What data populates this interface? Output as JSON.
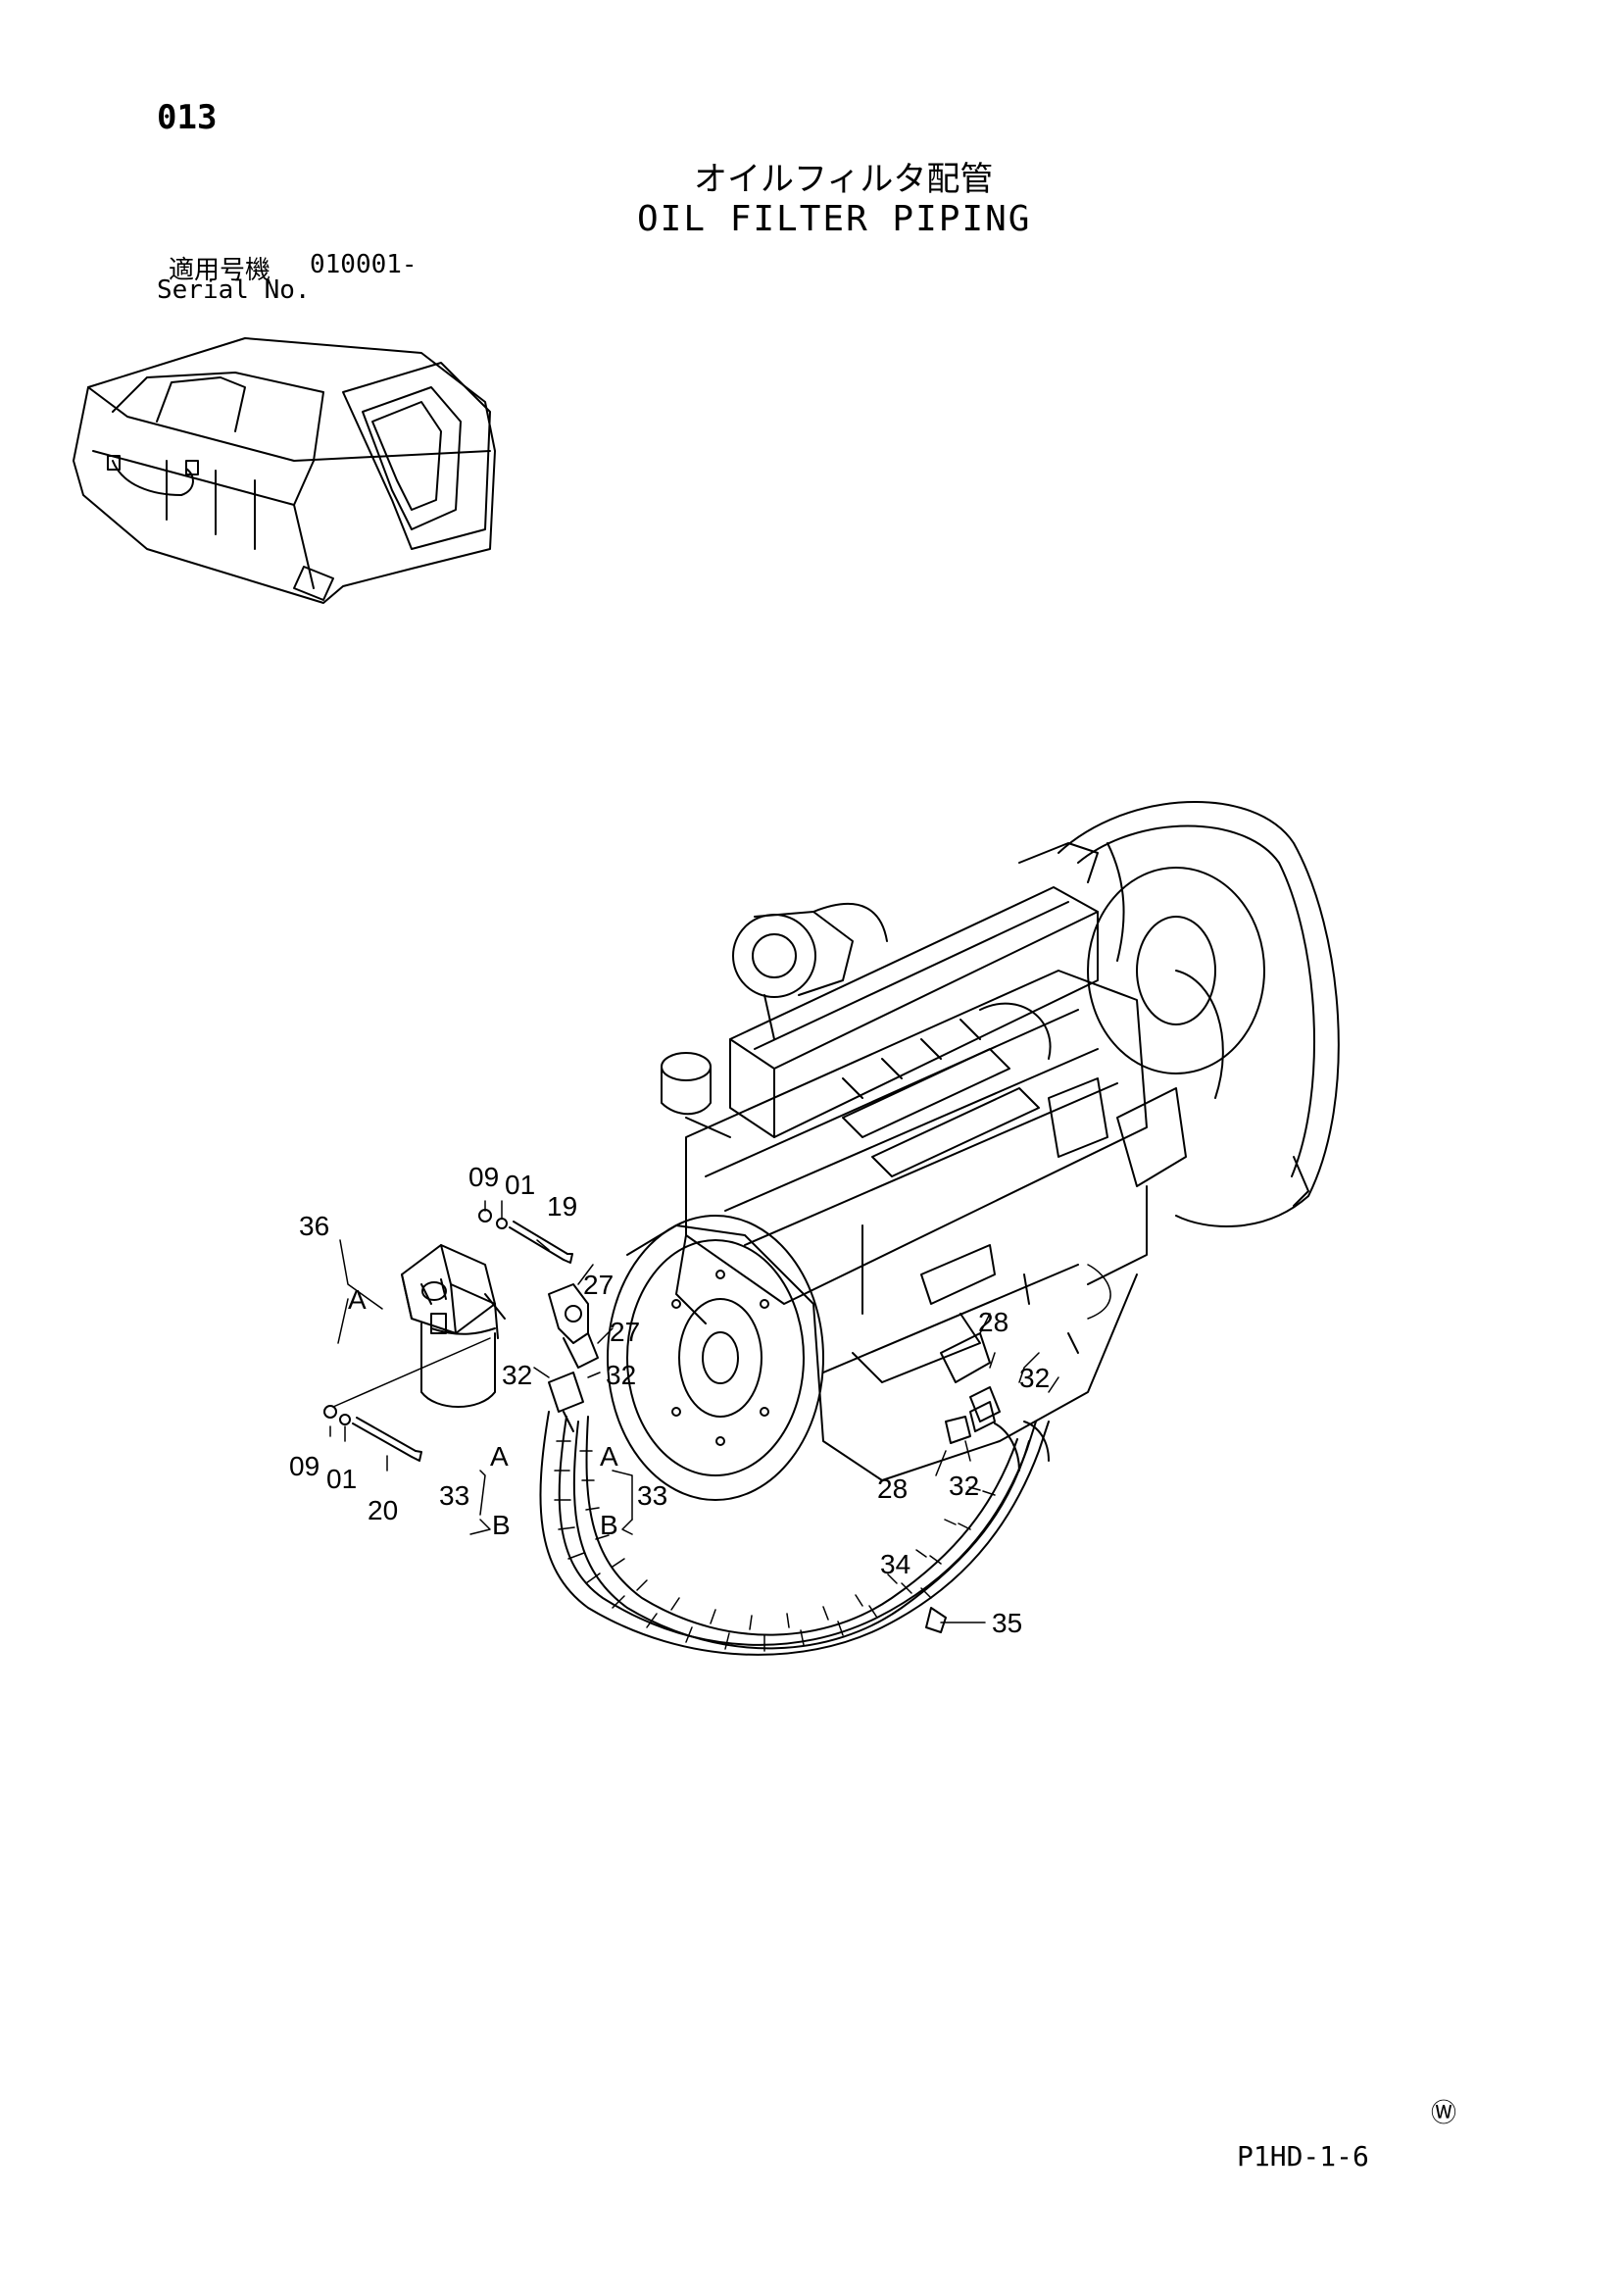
{
  "header": {
    "page_number": "013",
    "title_jp": "オイルフィルタ配管",
    "title_en": "OIL FILTER PIPING"
  },
  "serial": {
    "label_jp": "適用号機",
    "value": "010001-",
    "label_en": "Serial No."
  },
  "callouts": [
    "09",
    "01",
    "19",
    "36",
    "A",
    "27",
    "27",
    "28",
    "32",
    "32",
    "32",
    "09",
    "01",
    "20",
    "A",
    "A",
    "33",
    "33",
    "B",
    "B",
    "28",
    "32",
    "34",
    "35"
  ],
  "footer": {
    "mark": "Ⓦ",
    "page_code": "P1HD-1-6"
  }
}
